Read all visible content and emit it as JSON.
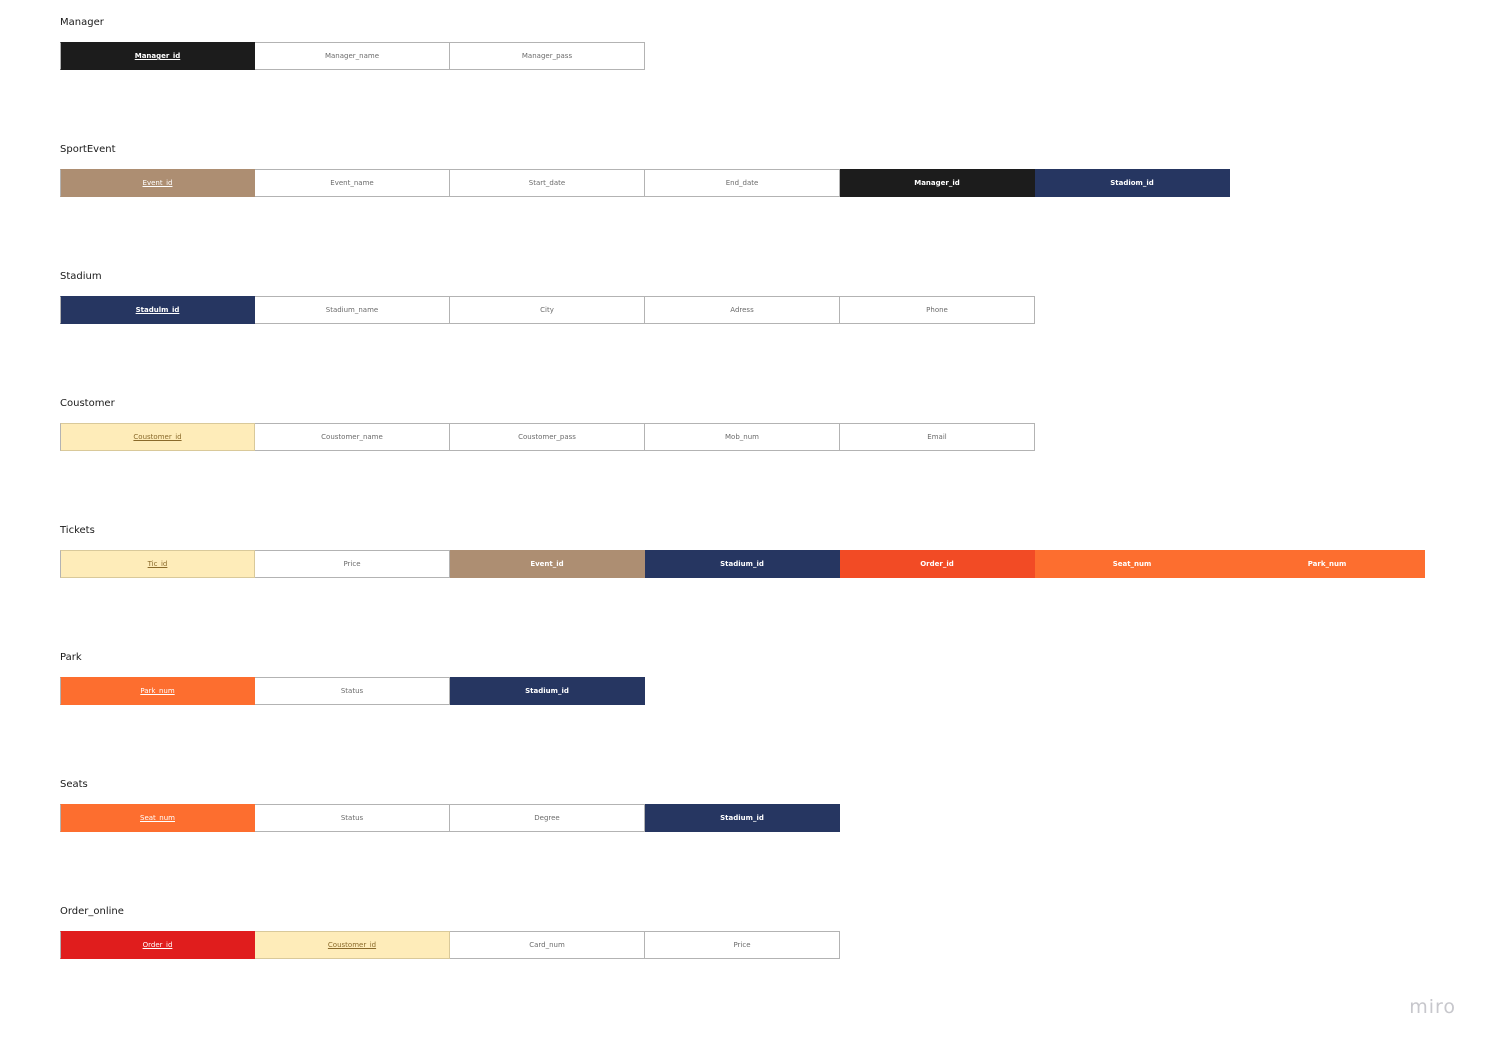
{
  "entities": [
    {
      "title": "Manager",
      "fields": [
        {
          "label": "Manager_id",
          "style": "black",
          "pk": true
        },
        {
          "label": "Manager_name",
          "style": "plain",
          "pk": false
        },
        {
          "label": "Manager_pass",
          "style": "plain",
          "pk": false
        }
      ]
    },
    {
      "title": "SportEvent",
      "fields": [
        {
          "label": "Event_id",
          "style": "tan",
          "pk": true
        },
        {
          "label": "Event_name",
          "style": "plain",
          "pk": false
        },
        {
          "label": "Start_date",
          "style": "plain",
          "pk": false
        },
        {
          "label": "End_date",
          "style": "plain",
          "pk": false
        },
        {
          "label": "Manager_id",
          "style": "black",
          "pk": false
        },
        {
          "label": "Stadiom_id",
          "style": "navy",
          "pk": false
        }
      ]
    },
    {
      "title": "Stadium",
      "fields": [
        {
          "label": "Stadulm_id",
          "style": "navy",
          "pk": true
        },
        {
          "label": "Stadium_name",
          "style": "plain",
          "pk": false
        },
        {
          "label": "City",
          "style": "plain",
          "pk": false
        },
        {
          "label": "Adress",
          "style": "plain",
          "pk": false
        },
        {
          "label": "Phone",
          "style": "plain",
          "pk": false
        }
      ]
    },
    {
      "title": "Coustomer",
      "fields": [
        {
          "label": "Coustomer_id",
          "style": "cream",
          "pk": true
        },
        {
          "label": "Coustomer_name",
          "style": "plain",
          "pk": false
        },
        {
          "label": "Coustomer_pass",
          "style": "plain",
          "pk": false
        },
        {
          "label": "Mob_num",
          "style": "plain",
          "pk": false
        },
        {
          "label": "Email",
          "style": "plain",
          "pk": false
        }
      ]
    },
    {
      "title": "Tickets",
      "fields": [
        {
          "label": "Tic_id",
          "style": "cream",
          "pk": true
        },
        {
          "label": "Price",
          "style": "plain",
          "pk": false
        },
        {
          "label": "Event_id",
          "style": "tan",
          "pk": false
        },
        {
          "label": "Stadium_id",
          "style": "navy",
          "pk": false
        },
        {
          "label": "Order_id",
          "style": "redorg",
          "pk": false
        },
        {
          "label": "Seat_num",
          "style": "orange",
          "pk": false
        },
        {
          "label": "Park_num",
          "style": "orange",
          "pk": false
        }
      ]
    },
    {
      "title": "Park",
      "fields": [
        {
          "label": "Park_num",
          "style": "orange",
          "pk": true
        },
        {
          "label": "Status",
          "style": "plain",
          "pk": false
        },
        {
          "label": "Stadium_id",
          "style": "navy",
          "pk": false
        }
      ]
    },
    {
      "title": "Seats",
      "fields": [
        {
          "label": "Seat_num",
          "style": "orange",
          "pk": true
        },
        {
          "label": "Status",
          "style": "plain",
          "pk": false
        },
        {
          "label": "Degree",
          "style": "plain",
          "pk": false
        },
        {
          "label": "Stadium_id",
          "style": "navy",
          "pk": false
        }
      ]
    },
    {
      "title": "Order_online",
      "fields": [
        {
          "label": "Order_id",
          "style": "red",
          "pk": true
        },
        {
          "label": "Coustomer_id",
          "style": "cream",
          "pk": true
        },
        {
          "label": "Card_num",
          "style": "plain",
          "pk": false
        },
        {
          "label": "Price",
          "style": "plain",
          "pk": false
        }
      ]
    }
  ],
  "watermark": "miro"
}
